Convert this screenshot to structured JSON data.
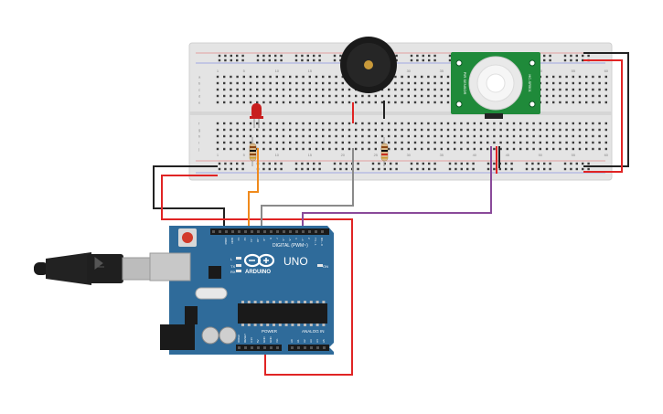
{
  "breadboard": {
    "column_numbers": [
      "1",
      "5",
      "10",
      "15",
      "20",
      "25",
      "30",
      "35",
      "40",
      "45",
      "50",
      "55",
      "60"
    ],
    "row_letters_top": [
      "a",
      "b",
      "c",
      "d",
      "e"
    ],
    "row_letters_bottom": [
      "f",
      "g",
      "h",
      "i",
      "j"
    ]
  },
  "arduino": {
    "brand": "ARDUINO",
    "model": "UNO",
    "digital_label": "DIGITAL (PWM~)",
    "power_label": "POWER",
    "analog_label": "ANALOG IN",
    "on_label": "ON",
    "tx_label": "TX",
    "rx_label": "RX",
    "l_label": "L",
    "digital_pins": [
      "AREF",
      "GND",
      "13",
      "12",
      "~11",
      "~10",
      "~9",
      "8",
      "7",
      "~6",
      "~5",
      "4",
      "~3",
      "2",
      "TX→1",
      "RX←0"
    ],
    "power_pins": [
      "IOREF",
      "RESET",
      "3.3V",
      "5V",
      "GND",
      "GND",
      "Vin"
    ],
    "analog_pins": [
      "A0",
      "A1",
      "A2",
      "A3",
      "A4",
      "A5"
    ]
  },
  "pir_sensor": {
    "side_left": "PIR SENSOR",
    "side_right": "HC-SR501"
  },
  "colors": {
    "breadboard": "#e4e4e4",
    "arduino_board": "#2f6b9a",
    "wire_red": "#e02424",
    "wire_black": "#222222",
    "wire_orange": "#f08a1c",
    "wire_gray": "#8a8a8a",
    "wire_purple": "#8a4a9a",
    "pir_board": "#1f8a3a",
    "led": "#c81e1e"
  }
}
